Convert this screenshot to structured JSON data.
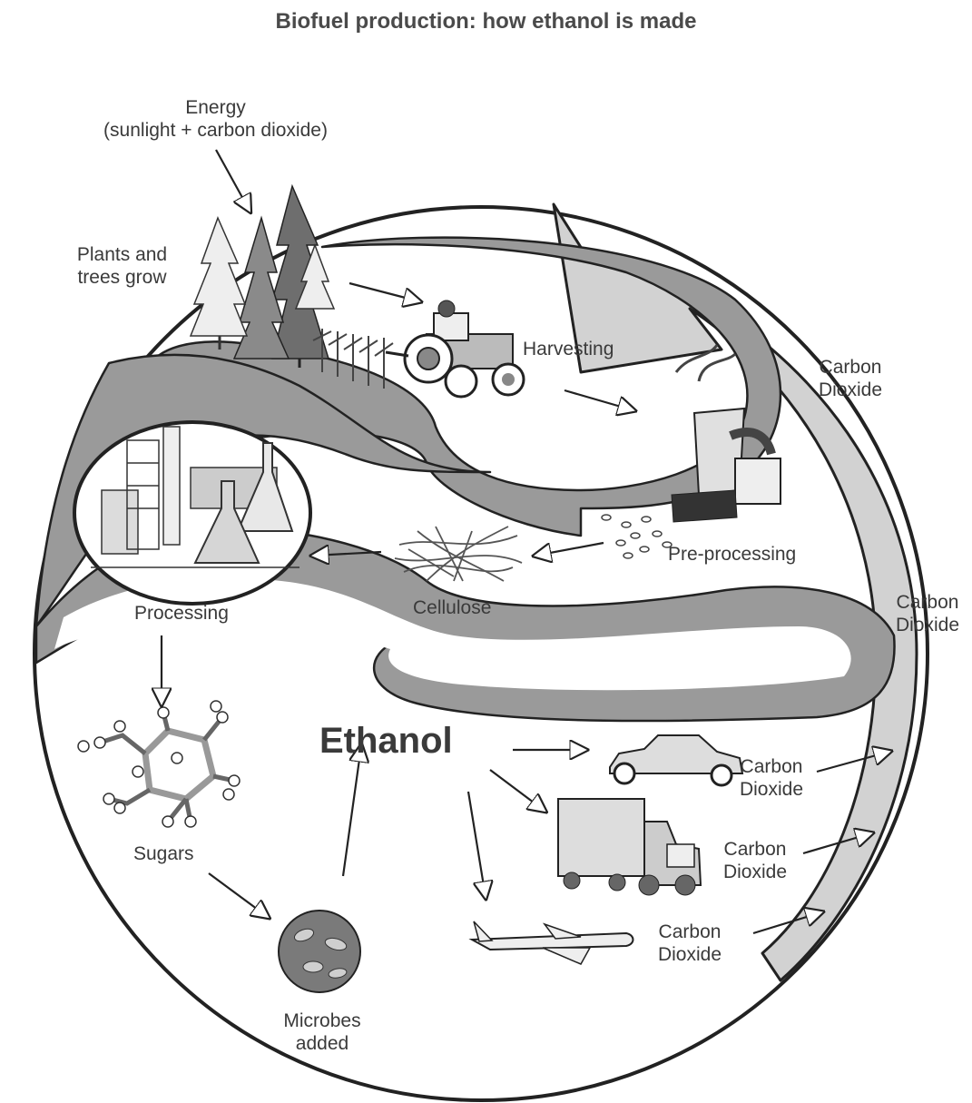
{
  "title": "Biofuel production: how ethanol is made",
  "labels": {
    "energy_line1": "Energy",
    "energy_line2": "(sunlight + carbon dioxide)",
    "plants_line1": "Plants and",
    "plants_line2": "trees grow",
    "harvesting": "Harvesting",
    "preprocessing": "Pre-processing",
    "cellulose": "Cellulose",
    "processing": "Processing",
    "sugars": "Sugars",
    "microbes_line1": "Microbes",
    "microbes_line2": "added",
    "ethanol": "Ethanol",
    "co2_line1": "Carbon",
    "co2_line2": "Dioxide"
  },
  "colors": {
    "band": "#9a9a9a",
    "outer_arrow": "#d0d0d0",
    "outline": "#222222",
    "tree_dark": "#6e6e6e",
    "tree_light": "#e6e6e6"
  }
}
